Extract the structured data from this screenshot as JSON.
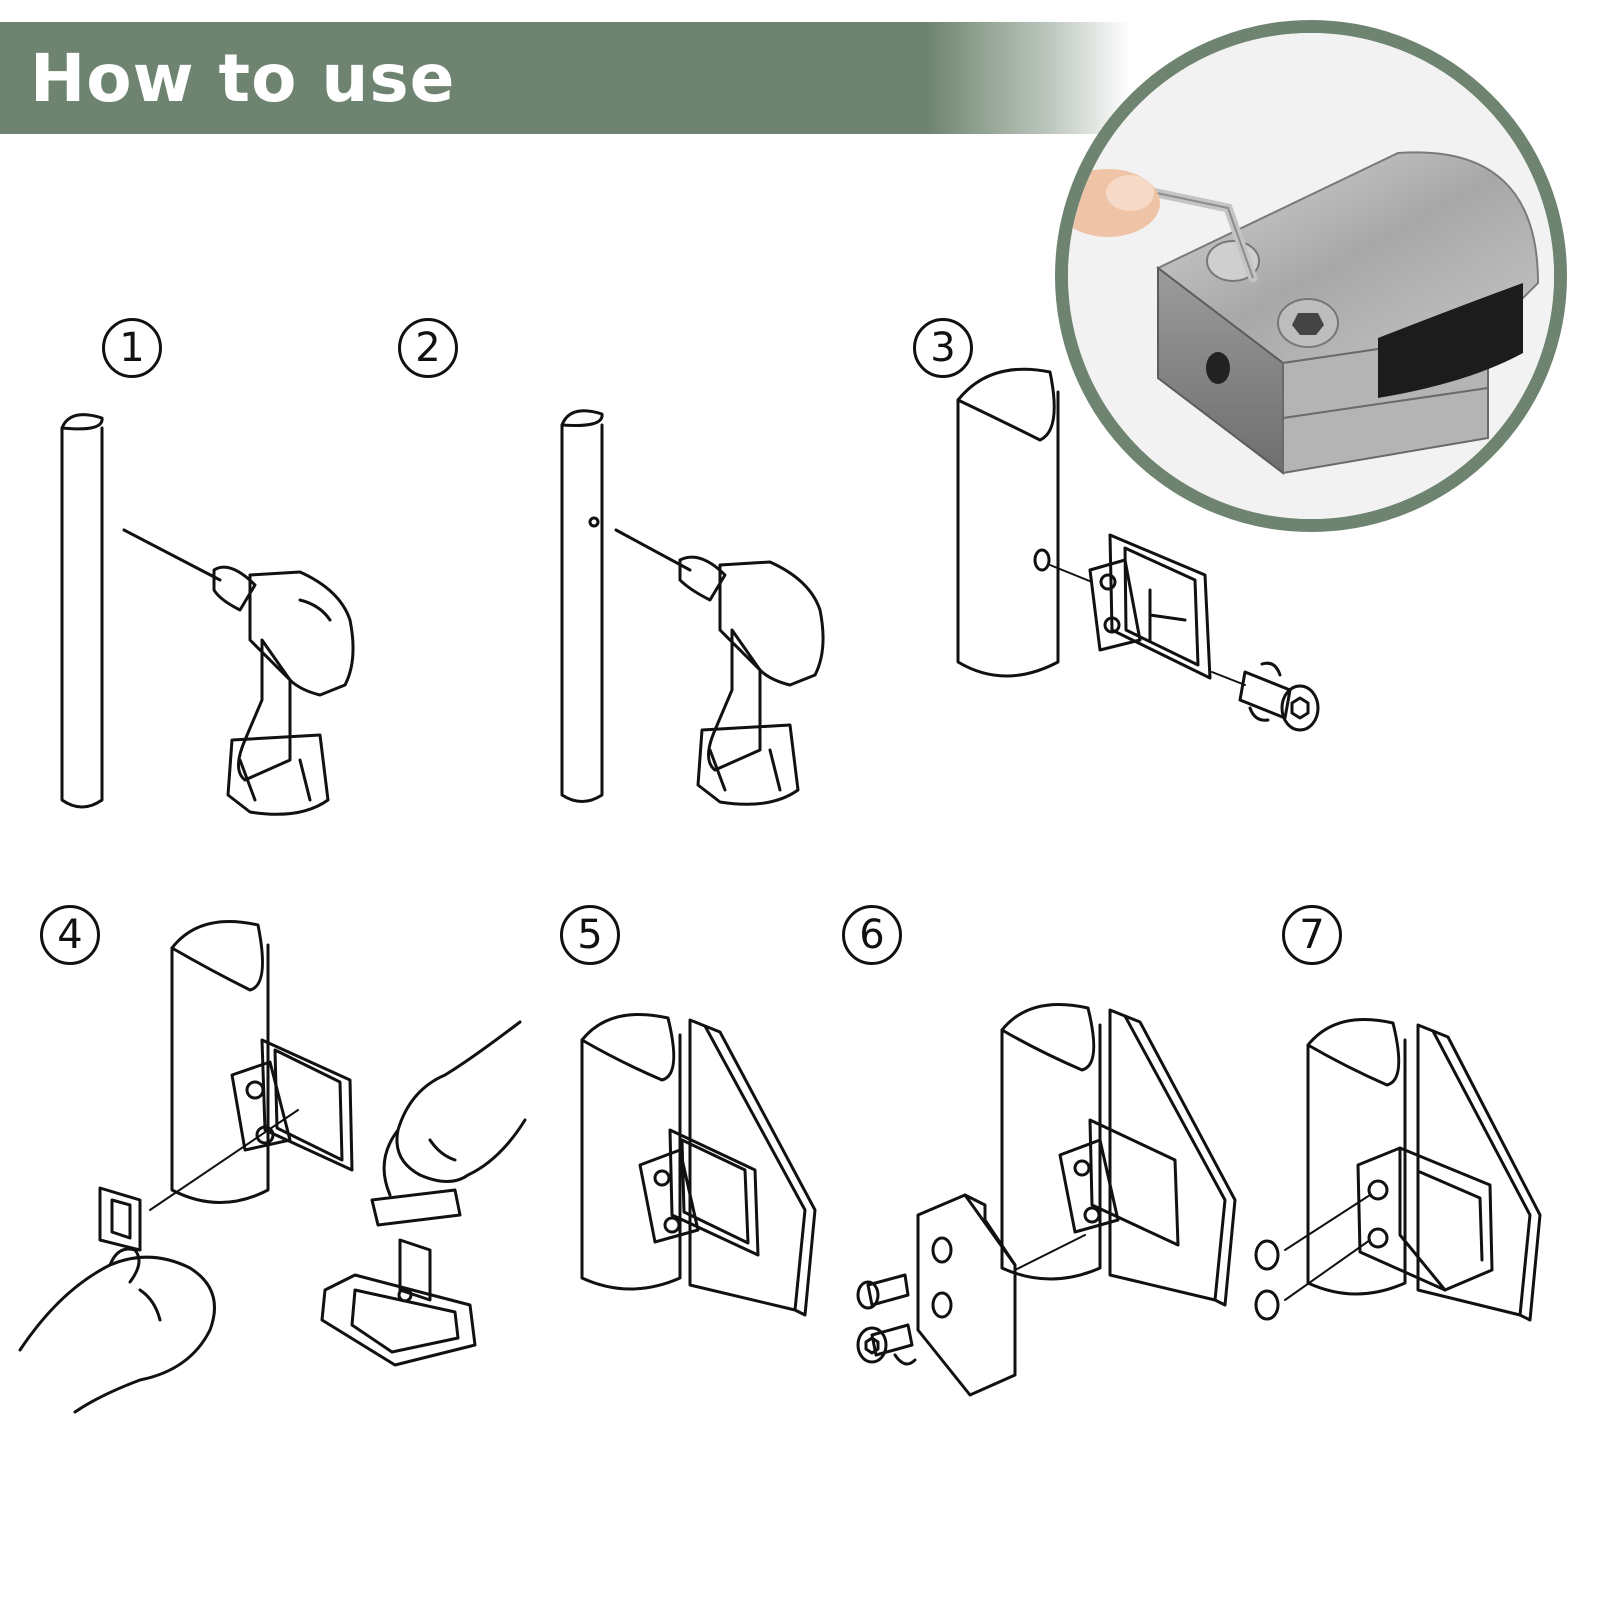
{
  "banner": {
    "title": "How to use"
  },
  "steps": [
    {
      "label": "1"
    },
    {
      "label": "2"
    },
    {
      "label": "3"
    },
    {
      "label": "4"
    },
    {
      "label": "5"
    },
    {
      "label": "6"
    },
    {
      "label": "7"
    }
  ],
  "colors": {
    "accent": "#6e8470",
    "line": "#111111",
    "background": "#ffffff"
  },
  "icons": [
    "hex-key-photo",
    "drill-icon",
    "hex-screw-icon",
    "rubber-gasket-icon",
    "glass-panel-icon"
  ]
}
